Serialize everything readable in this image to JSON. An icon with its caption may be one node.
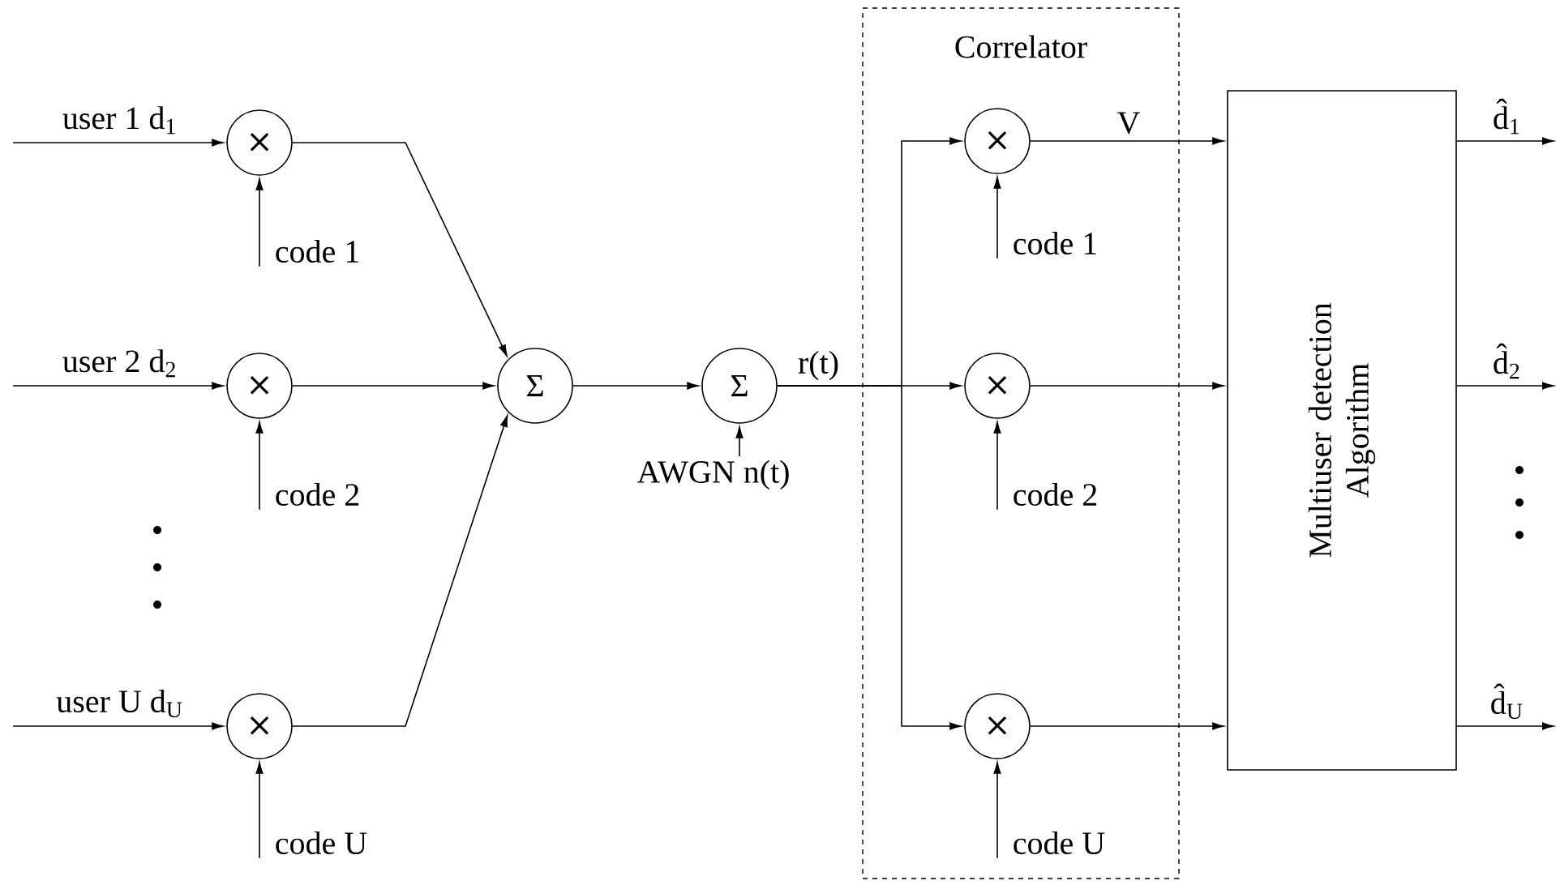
{
  "diagram": {
    "nodes": [
      {
        "text": [
          "×"
        ]
      },
      {
        "text": [
          "code 1"
        ]
      },
      {
        "text": [
          "×"
        ]
      },
      {
        "text": [
          "code 2"
        ]
      },
      {
        "text": [
          "×"
        ]
      },
      {
        "text": [
          "code U"
        ]
      },
      {
        "text": [
          "Σ"
        ]
      },
      {
        "text": [
          "Σ"
        ]
      },
      {
        "text": [
          "AWGN n(t)"
        ]
      },
      {
        "text": [
          "Correlator"
        ]
      },
      {
        "text": [
          "×"
        ],
        "in": 9
      },
      {
        "text": [
          "code 1"
        ],
        "in": 9
      },
      {
        "text": [
          "×"
        ],
        "in": 9
      },
      {
        "text": [
          "code 2"
        ],
        "in": 9
      },
      {
        "text": [
          "×"
        ],
        "in": 9
      },
      {
        "text": [
          "code U"
        ],
        "in": 9
      },
      {
        "text": [
          "Multiuser detection Algorithm"
        ]
      }
    ],
    "edges": [
      {
        "from": null,
        "to": 0,
        "arrow": "to",
        "label": "user 1  d$_{1}$"
      },
      {
        "from": 1,
        "to": 0,
        "arrow": "to"
      },
      {
        "from": null,
        "to": 2,
        "arrow": "to",
        "label": "user 2  d$_{2}$"
      },
      {
        "from": 3,
        "to": 2,
        "arrow": "to"
      },
      {
        "from": null,
        "to": 4,
        "arrow": "to",
        "label": "user U  d$_{U}$"
      },
      {
        "from": 5,
        "to": 4,
        "arrow": "to"
      },
      {
        "from": 0,
        "to": 6,
        "arrow": "to"
      },
      {
        "from": 2,
        "to": 6,
        "arrow": "to"
      },
      {
        "from": 4,
        "to": 6,
        "arrow": "to"
      },
      {
        "from": 6,
        "to": 7,
        "arrow": "to"
      },
      {
        "from": 8,
        "to": 7,
        "arrow": "to"
      },
      {
        "from": 7,
        "to": 10,
        "arrow": "to"
      },
      {
        "from": 7,
        "to": 12,
        "arrow": "to",
        "label": "r(t)"
      },
      {
        "from": 7,
        "to": 14,
        "arrow": "to"
      },
      {
        "from": 11,
        "to": 10,
        "arrow": "to"
      },
      {
        "from": 13,
        "to": 12,
        "arrow": "to"
      },
      {
        "from": 15,
        "to": 14,
        "arrow": "to"
      },
      {
        "from": 10,
        "to": 16,
        "arrow": "to",
        "label": "V"
      },
      {
        "from": 12,
        "to": 16,
        "arrow": "to"
      },
      {
        "from": 14,
        "to": 16,
        "arrow": "to"
      },
      {
        "from": 16,
        "to": null,
        "arrow": "to",
        "label": "d̂$_{1}$"
      },
      {
        "from": 16,
        "to": null,
        "arrow": "to",
        "label": "d̂$_{2}$"
      },
      {
        "from": 16,
        "to": null,
        "arrow": "to",
        "label": "d̂$_{U}$"
      }
    ]
  }
}
